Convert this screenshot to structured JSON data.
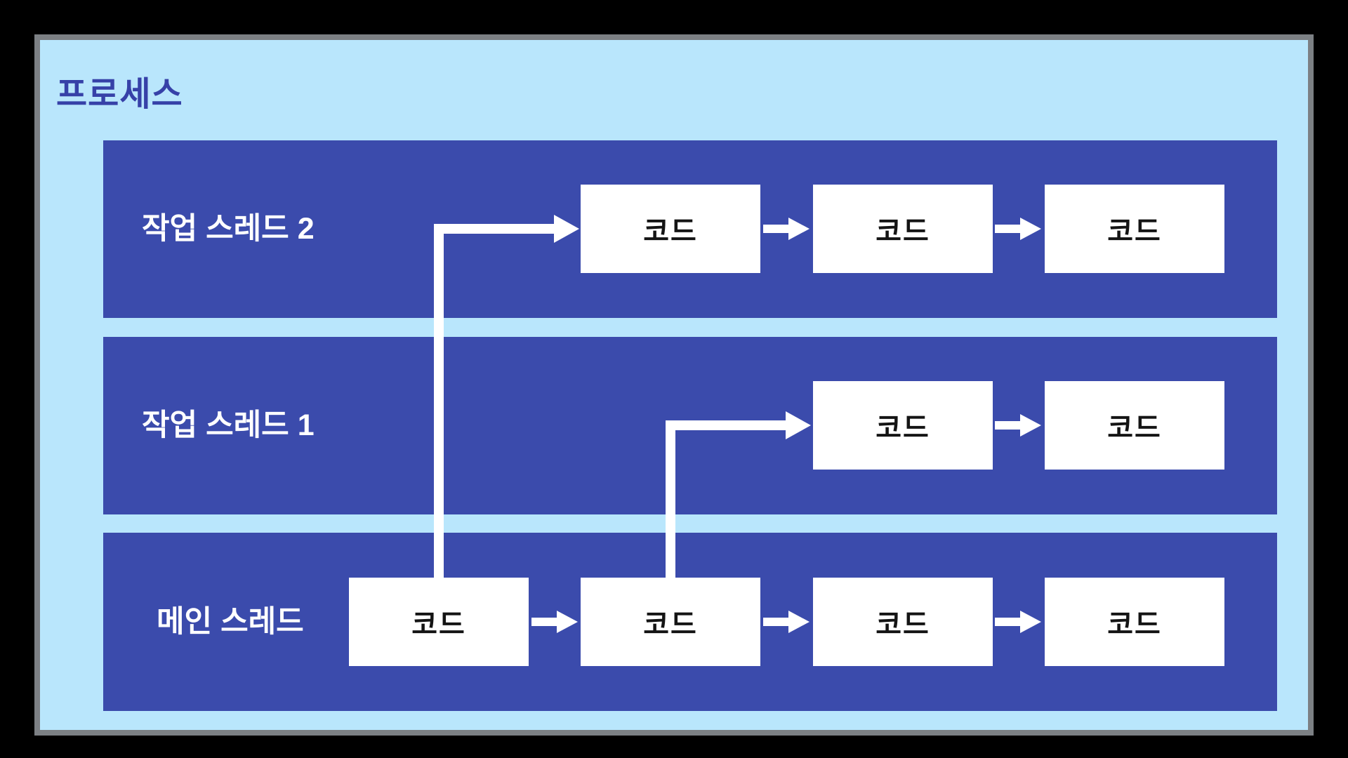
{
  "diagram": {
    "title": "프로세스",
    "threads": [
      {
        "id": "worker-thread-2",
        "label": "작업 스레드 2",
        "boxes": [
          {
            "label": "코드"
          },
          {
            "label": "코드"
          },
          {
            "label": "코드"
          }
        ]
      },
      {
        "id": "worker-thread-1",
        "label": "작업 스레드 1",
        "boxes": [
          {
            "label": "코드"
          },
          {
            "label": "코드"
          }
        ]
      },
      {
        "id": "main-thread",
        "label": "메인 스레드",
        "boxes": [
          {
            "label": "코드"
          },
          {
            "label": "코드"
          },
          {
            "label": "코드"
          },
          {
            "label": "코드"
          }
        ]
      }
    ],
    "connections": [
      {
        "from": "main-thread box 1",
        "to": "worker-thread-2 box 1",
        "type": "elbow-arrow"
      },
      {
        "from": "main-thread box 2",
        "to": "worker-thread-1 box 1",
        "type": "elbow-arrow"
      }
    ],
    "colors": {
      "page_background": "#000000",
      "process_fill": "#B9E6FC",
      "process_border": "#7C8084",
      "thread_band_fill": "#3B4BAC",
      "title_text": "#3641A8",
      "thread_label_text": "#FFFFFF",
      "code_box_fill": "#FFFFFF",
      "code_box_text": "#141414",
      "arrow": "#FFFFFF"
    }
  }
}
